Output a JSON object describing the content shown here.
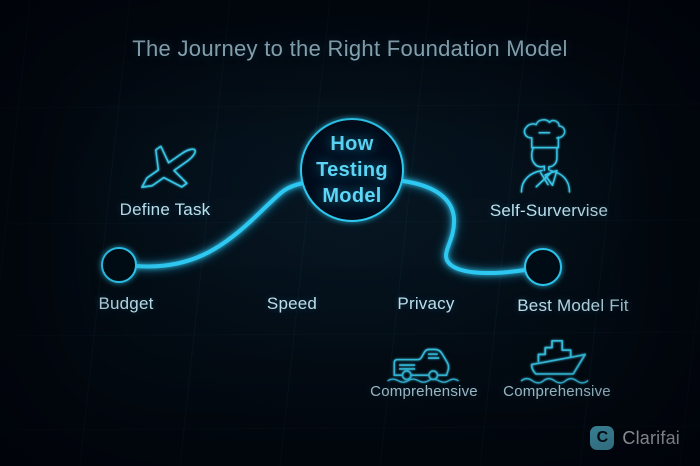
{
  "title": "The Journey to the Right Foundation Model",
  "center_node": {
    "lines": [
      "How",
      "Testing",
      "Model"
    ]
  },
  "stages": {
    "define_task": "Define Task",
    "self_survervise": "Self-Survervise",
    "budget": "Budget",
    "speed": "Speed",
    "privacy": "Privacy",
    "best_model_fit": "Best Model Fit",
    "comprehensive_left": "Comprehensive",
    "comprehensive_right": "Comprehensive"
  },
  "icons": [
    "airplane-icon",
    "chef-icon",
    "truck-icon",
    "ship-icon"
  ],
  "brand": {
    "name": "Clarifai",
    "logo_letter": "C"
  },
  "colors": {
    "background": "#020810",
    "accent": "#2fc9f2",
    "label": "#bee2f0",
    "logo_square": "#58c5e0"
  }
}
